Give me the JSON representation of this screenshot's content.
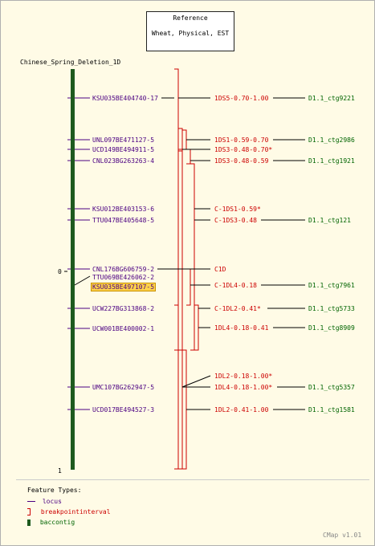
{
  "reference": {
    "line1": "Reference",
    "line2": "Wheat, Physical, EST"
  },
  "map_title": "Chinese_Spring_Deletion_1D",
  "scale": {
    "top": "0",
    "bottom": "1"
  },
  "loci": [
    "KSU035BE404740-17",
    "UNL097BE471127-5",
    "UCD149BE494911-5",
    "CNL023BG263263-4",
    "KSU012BE403153-6",
    "TTU047BE405648-5",
    "CNL176BG606759-2",
    "TTU069BE426062-2",
    "KSU035BE497107-5",
    "UCW227BG313868-2",
    "UCW001BE400002-1",
    "UMC107BG262947-5",
    "UCD017BE494527-3"
  ],
  "breakpoints": [
    "1DS5-0.70-1.00",
    "1DS1-0.59-0.70",
    "1DS3-0.48-0.70*",
    "1DS3-0.48-0.59",
    "C-1DS1-0.59*",
    "C-1DS3-0.48",
    "C1D",
    "C-1DL4-0.18",
    "C-1DL2-0.41*",
    "1DL4-0.18-0.41",
    "1DL2-0.18-1.00*",
    "1DL4-0.18-1.00*",
    "1DL2-0.41-1.00"
  ],
  "contigs": [
    "D1.1_ctg9221",
    "D1.1_ctg2986",
    "D1.1_ctg1921",
    "D1.1_ctg121",
    "D1.1_ctg7961",
    "D1.1_ctg5733",
    "D1.1_ctg8909",
    "D1.1_ctg5357",
    "D1.1_ctg1581"
  ],
  "legend": {
    "title": "Feature Types:",
    "items": [
      "locus",
      "breakpointinterval",
      "baccontig"
    ]
  },
  "version": "CMap v1.01",
  "colors": {
    "locus": "#4b0082",
    "breakpoint": "#cc0000",
    "contig": "#006400",
    "bar": "#1e5a1e"
  }
}
